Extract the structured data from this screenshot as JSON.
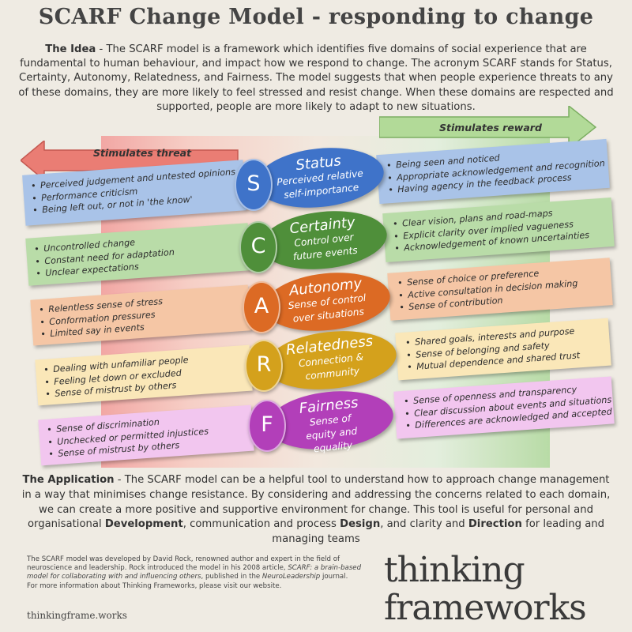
{
  "title": "SCARF Change Model - responding to change",
  "idea": {
    "label": "The Idea",
    "text": " - The SCARF model is a framework which identifies five domains of social experience that are fundamental to human behaviour, and impact how we respond to change. The acronym SCARF stands for Status, Certainty, Autonomy, Relatedness, and Fairness. The model suggests that when people experience threats to any of these domains, they are more likely to feel stressed and resist change. When these domains are respected and supported, people are more likely to adapt to new situations."
  },
  "arrows": {
    "threat": "Stimulates threat",
    "reward": "Stimulates reward"
  },
  "domains": [
    {
      "letter": "S",
      "name": "Status",
      "subtitle": "Perceived relative self-importance",
      "color": "#3f73c9",
      "card_color": "#a9c3e8",
      "threats": [
        "Perceived judgement and untested opinions",
        "Performance criticism",
        "Being left out, or not in  'the know'"
      ],
      "rewards": [
        "Being seen and noticed",
        "Appropriate acknowledgement and recognition",
        "Having agency in the feedback process"
      ]
    },
    {
      "letter": "C",
      "name": "Certainty",
      "subtitle": "Control over future events",
      "color": "#4f8f3a",
      "card_color": "#b9dca8",
      "threats": [
        "Uncontrolled change",
        "Constant need for adaptation",
        "Unclear expectations"
      ],
      "rewards": [
        "Clear vision, plans and road-maps",
        "Explicit clarity over implied vagueness",
        "Acknowledgement of known uncertainties"
      ]
    },
    {
      "letter": "A",
      "name": "Autonomy",
      "subtitle": "Sense of control over situations",
      "color": "#dc6a24",
      "card_color": "#f5c6a5",
      "threats": [
        "Relentless sense of stress",
        "Conformation pressures",
        "Limited say in events"
      ],
      "rewards": [
        "Sense of choice or preference",
        "Active consultation in decision making",
        "Sense of contribution"
      ]
    },
    {
      "letter": "R",
      "name": "Relatedness",
      "subtitle": "Connection & community",
      "color": "#d4a11c",
      "card_color": "#fae7b8",
      "threats": [
        "Dealing with unfamiliar people",
        "Feeling let down or excluded",
        "Sense of mistrust by others"
      ],
      "rewards": [
        "Shared goals, interests and purpose",
        "Sense of belonging and safety",
        "Mutual dependence and shared trust"
      ]
    },
    {
      "letter": "F",
      "name": "Fairness",
      "subtitle": "Sense of equity and equality",
      "color": "#b23fb9",
      "card_color": "#f2c6ef",
      "threats": [
        "Sense of discrimination",
        "Unchecked or permitted injustices",
        "Sense of mistrust by others"
      ],
      "rewards": [
        "Sense of openness and transparency",
        "Clear discussion about events and situations",
        "Differences are acknowledged and accepted"
      ]
    }
  ],
  "application": {
    "label": "The Application",
    "t1": " - The SCARF model can be a helpful tool to understand how to approach change management in a way that minimises change resistance. By considering and addressing the concerns related to each domain, we can create a more positive and supportive environment for change.  This tool is useful for personal and organisational ",
    "b1": "Development",
    "t2": ", communication and process ",
    "b2": "Design",
    "t3": ", and clarity and ",
    "b3": "Direction",
    "t4": " for leading and managing teams"
  },
  "credit": {
    "t1": "The SCARF model was developed by David Rock, renowned author and expert in the field of neuroscience and leadership. Rock introduced the model in his 2008 article, ",
    "i1": "SCARF: a brain-based model for collaborating with and influencing others",
    "t2": ", published in the ",
    "i2": "NeuroLeadership",
    "t3": " journal.",
    "line2": "For more information about Thinking Frameworks, please visit our website."
  },
  "website": "thinkingframe.works",
  "logo": {
    "line1": "thinking",
    "line2": "frameworks"
  }
}
